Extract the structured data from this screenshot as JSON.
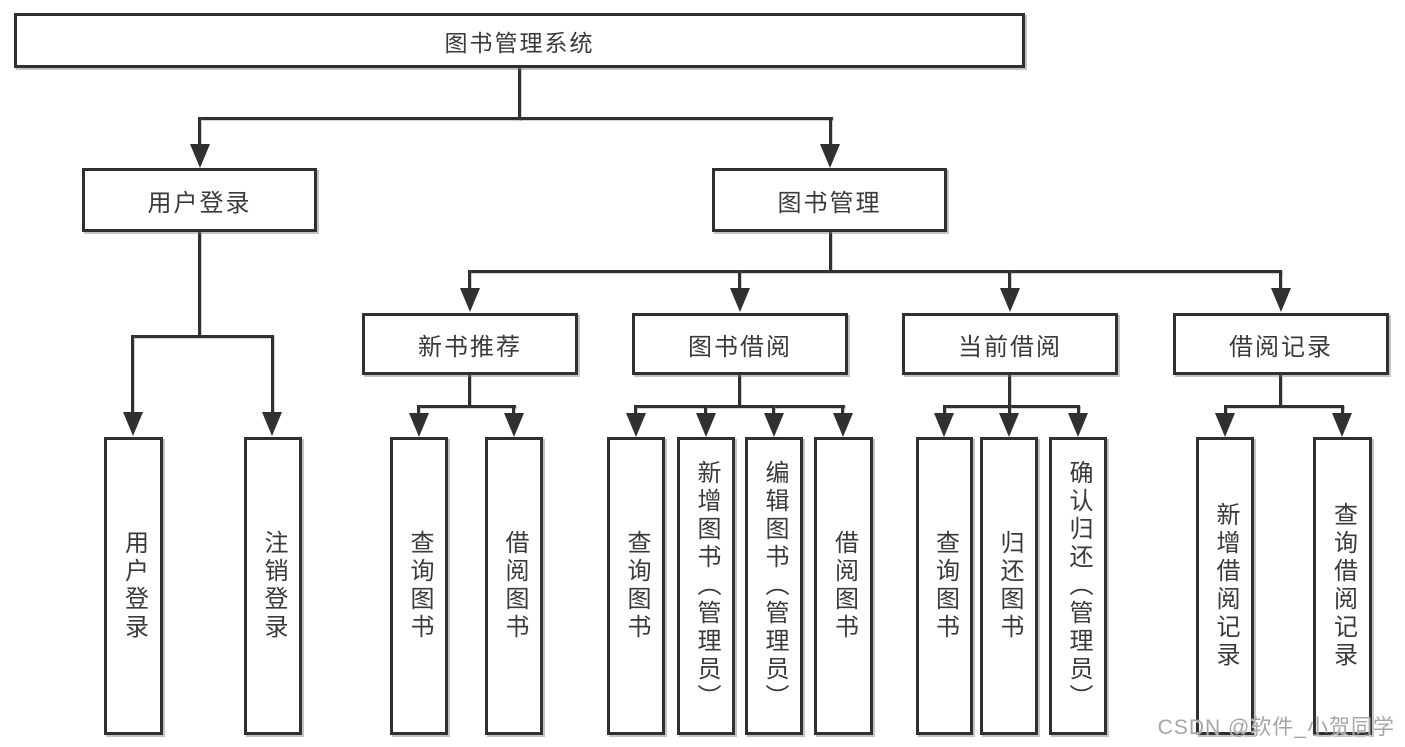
{
  "diagram": {
    "root": {
      "label": "图书管理系统"
    },
    "branches": [
      {
        "label": "用户登录",
        "leaves": [
          {
            "label": "用户登录"
          },
          {
            "label": "注销登录"
          }
        ]
      },
      {
        "label": "图书管理",
        "groups": [
          {
            "label": "新书推荐",
            "leaves": [
              {
                "label": "查询图书"
              },
              {
                "label": "借阅图书"
              }
            ]
          },
          {
            "label": "图书借阅",
            "leaves": [
              {
                "label": "查询图书"
              },
              {
                "label": "新增图书（管理员）"
              },
              {
                "label": "编辑图书（管理员）"
              },
              {
                "label": "借阅图书"
              }
            ]
          },
          {
            "label": "当前借阅",
            "leaves": [
              {
                "label": "查询图书"
              },
              {
                "label": "归还图书"
              },
              {
                "label": "确认归还（管理员）"
              }
            ]
          },
          {
            "label": "借阅记录",
            "leaves": [
              {
                "label": "新增借阅记录"
              },
              {
                "label": "查询借阅记录"
              }
            ]
          }
        ]
      }
    ]
  },
  "watermark": {
    "text": "CSDN @软件_小贺同学"
  },
  "colors": {
    "line": "#303030",
    "text": "#3a3a3a",
    "watermark": "#a6a6a6",
    "background": "#ffffff"
  }
}
